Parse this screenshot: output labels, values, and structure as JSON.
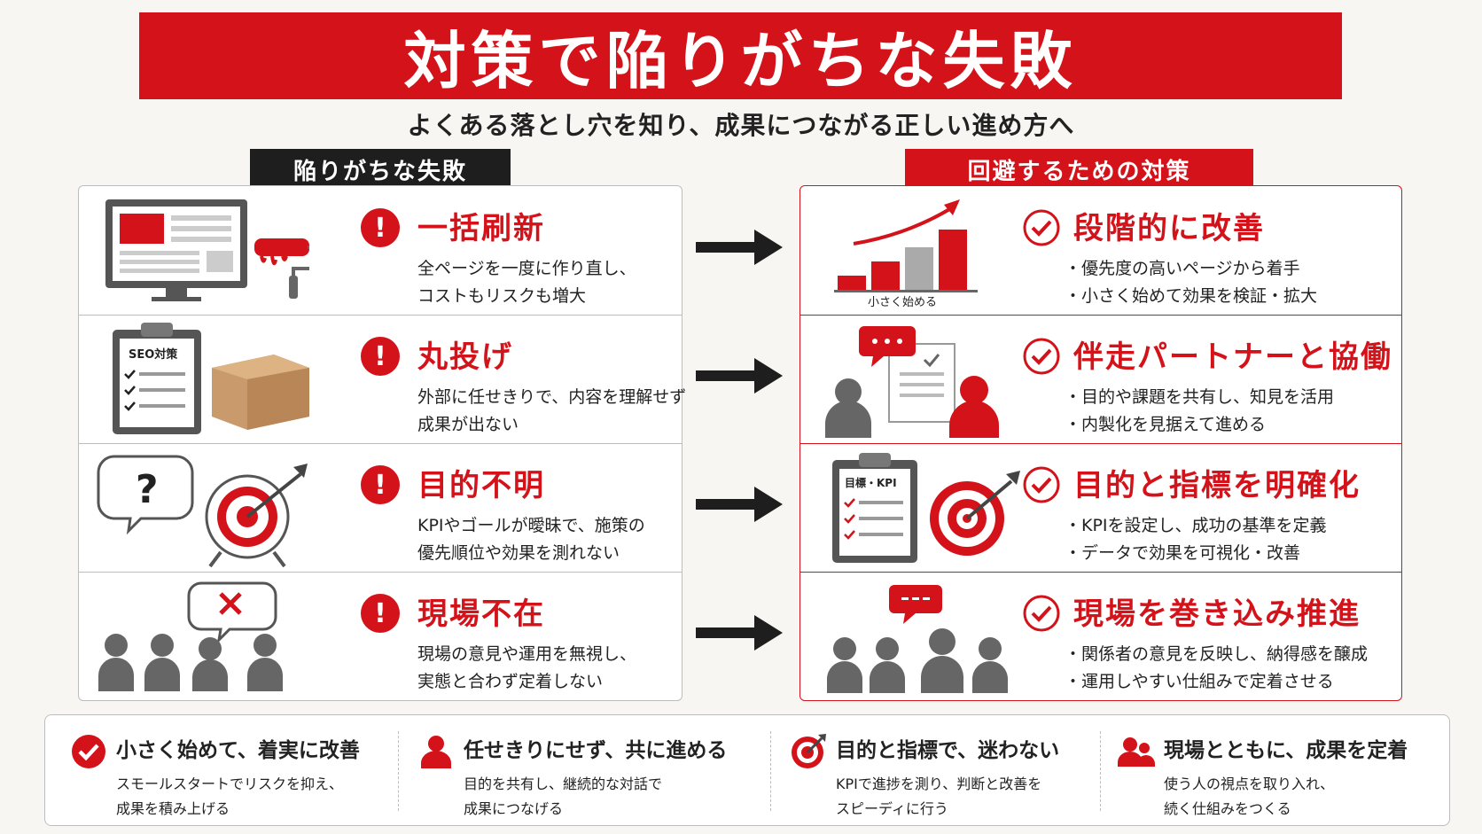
{
  "title": "対策で陥りがちな失敗",
  "subtitle": "よくある落とし穴を知り、成果につながる正しい進め方へ",
  "left_label": "陥りがちな失敗",
  "right_label": "回避するための対策",
  "failures": [
    {
      "title": "一括刷新",
      "desc": [
        "全ページを一度に作り直し、",
        "コストもリスクも増大"
      ]
    },
    {
      "title": "丸投げ",
      "desc": [
        "外部に任せきりで、内容を理解せず",
        "成果が出ない"
      ],
      "clipboard_label": "SEO対策"
    },
    {
      "title": "目的不明",
      "desc": [
        "KPIやゴールが曖昧で、施策の",
        "優先順位や効果を測れない"
      ]
    },
    {
      "title": "現場不在",
      "desc": [
        "現場の意見や運用を無視し、",
        "実態と合わず定着しない"
      ]
    }
  ],
  "solutions": [
    {
      "title": "段階的に改善",
      "desc": [
        "・優先度の高いページから着手",
        "・小さく始めて効果を検証・拡大"
      ],
      "chart_caption": "小さく始める"
    },
    {
      "title": "伴走パートナーと協働",
      "desc": [
        "・目的や課題を共有し、知見を活用",
        "・内製化を見据えて進める"
      ]
    },
    {
      "title": "目的と指標を明確化",
      "desc": [
        "・KPIを設定し、成功の基準を定義",
        "・データで効果を可視化・改善"
      ],
      "clipboard_label": "目標・KPI"
    },
    {
      "title": "現場を巻き込み推進",
      "desc": [
        "・関係者の意見を反映し、納得感を醸成",
        "・運用しやすい仕組みで定着させる"
      ]
    }
  ],
  "tips": [
    {
      "title": "小さく始めて、着実に改善",
      "desc": [
        "スモールスタートでリスクを抑え、",
        "成果を積み上げる"
      ]
    },
    {
      "title": "任せきりにせず、共に進める",
      "desc": [
        "目的を共有し、継続的な対話で",
        "成果につなげる"
      ]
    },
    {
      "title": "目的と指標で、迷わない",
      "desc": [
        "KPIで進捗を測り、判断と改善を",
        "スピーディに行う"
      ]
    },
    {
      "title": "現場とともに、成果を定着",
      "desc": [
        "使う人の視点を取り入れ、",
        "続く仕組みをつくる"
      ]
    }
  ],
  "colors": {
    "accent": "#d3121a",
    "dark": "#1e1e1e",
    "gray": "#6b6b6b"
  }
}
